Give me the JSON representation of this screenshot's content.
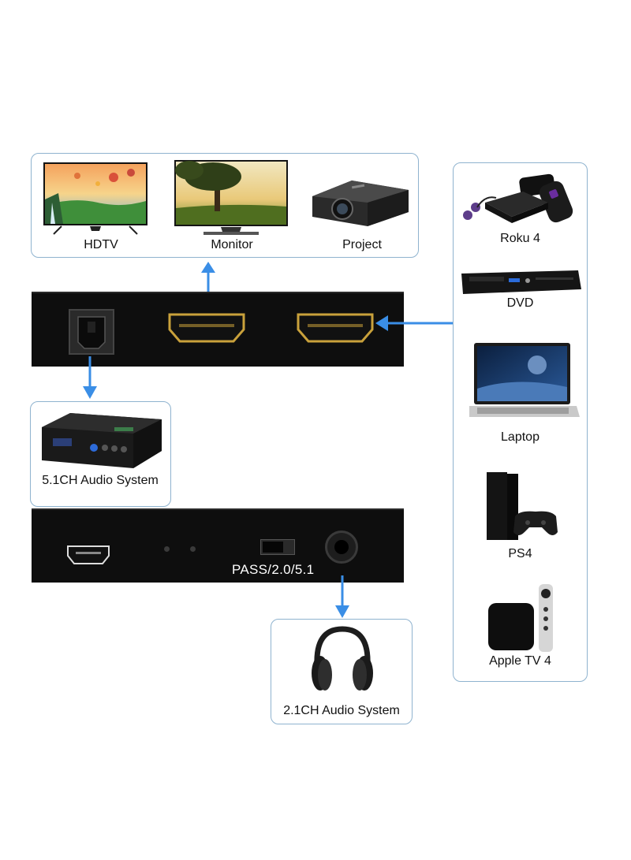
{
  "outputs": {
    "hdtv": "HDTV",
    "monitor": "Monitor",
    "projector": "Project"
  },
  "sources": {
    "roku": "Roku 4",
    "dvd": "DVD",
    "laptop": "Laptop",
    "ps4": "PS4",
    "apple_tv": "Apple TV 4"
  },
  "audio": {
    "system_51": "5.1CH Audio System",
    "system_21": "2.1CH Audio System"
  },
  "device": {
    "switch_label": "PASS/2.0/5.1"
  },
  "colors": {
    "arrow": "#3a8ee6",
    "panel_border": "#8fb3cf",
    "hdmi_gold": "#c9a13b",
    "device_body": "#0e0e0e"
  }
}
